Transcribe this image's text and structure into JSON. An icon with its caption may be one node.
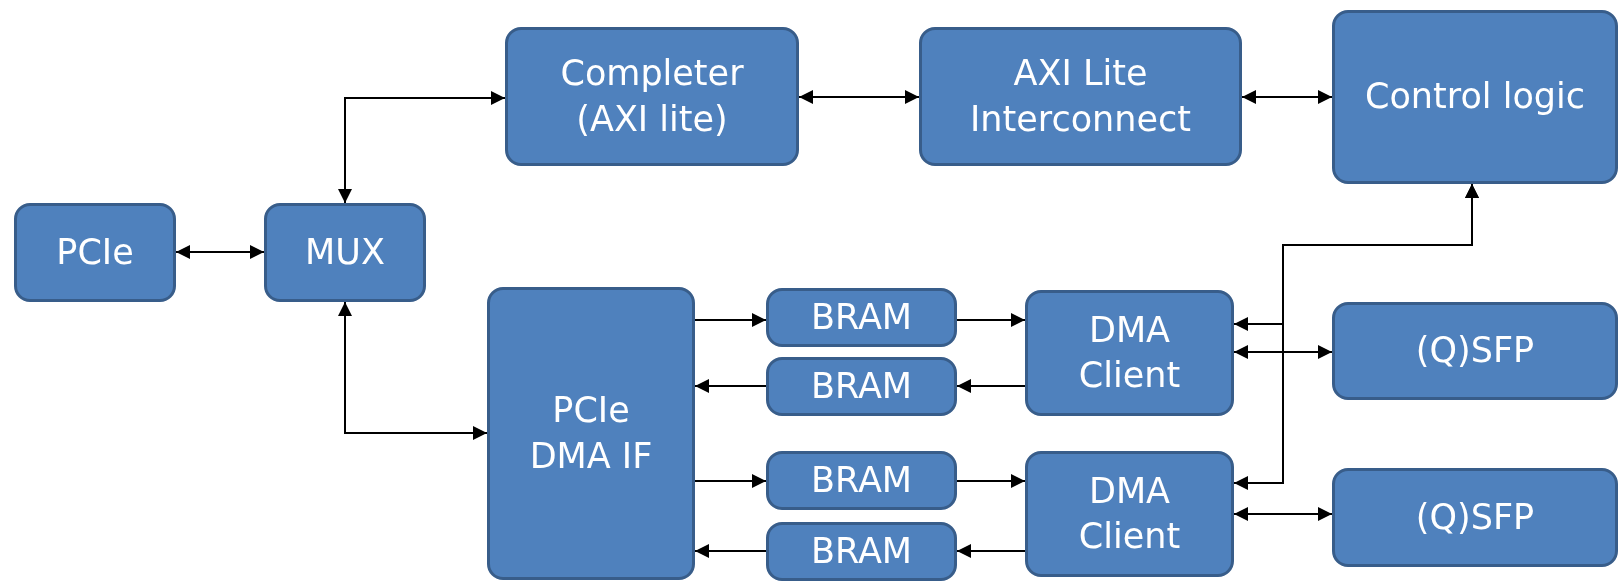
{
  "diagram": {
    "nodes": [
      {
        "text": [
          "PCIe"
        ]
      },
      {
        "text": [
          "MUX"
        ]
      },
      {
        "text": [
          "Completer (AXI lite)"
        ]
      },
      {
        "text": [
          "AXI Lite Interconnect"
        ]
      },
      {
        "text": [
          "Control logic"
        ]
      },
      {
        "text": [
          "PCIe DMA IF"
        ]
      },
      {
        "text": [
          "BRAM"
        ]
      },
      {
        "text": [
          "BRAM"
        ]
      },
      {
        "text": [
          "BRAM"
        ]
      },
      {
        "text": [
          "BRAM"
        ]
      },
      {
        "text": [
          "DMA Client"
        ]
      },
      {
        "text": [
          "DMA Client"
        ]
      },
      {
        "text": [
          "(Q)SFP"
        ]
      },
      {
        "text": [
          "(Q)SFP"
        ]
      }
    ],
    "edges": [
      {
        "from": 0,
        "to": 1,
        "arrow": "both"
      },
      {
        "from": 1,
        "to": 2,
        "arrow": "both"
      },
      {
        "from": 2,
        "to": 3,
        "arrow": "both"
      },
      {
        "from": 3,
        "to": 4,
        "arrow": "both"
      },
      {
        "from": 1,
        "to": 5,
        "arrow": "both"
      },
      {
        "from": 5,
        "to": 6,
        "arrow": "to"
      },
      {
        "from": 7,
        "to": 5,
        "arrow": "to"
      },
      {
        "from": 5,
        "to": 8,
        "arrow": "to"
      },
      {
        "from": 9,
        "to": 5,
        "arrow": "to"
      },
      {
        "from": 6,
        "to": 10,
        "arrow": "to"
      },
      {
        "from": 10,
        "to": 7,
        "arrow": "to"
      },
      {
        "from": 8,
        "to": 11,
        "arrow": "to"
      },
      {
        "from": 11,
        "to": 9,
        "arrow": "to"
      },
      {
        "from": 4,
        "to": 10,
        "arrow": "both"
      },
      {
        "from": 4,
        "to": 11,
        "arrow": "both"
      },
      {
        "from": 10,
        "to": 12,
        "arrow": "both"
      },
      {
        "from": 11,
        "to": 13,
        "arrow": "both"
      }
    ]
  }
}
